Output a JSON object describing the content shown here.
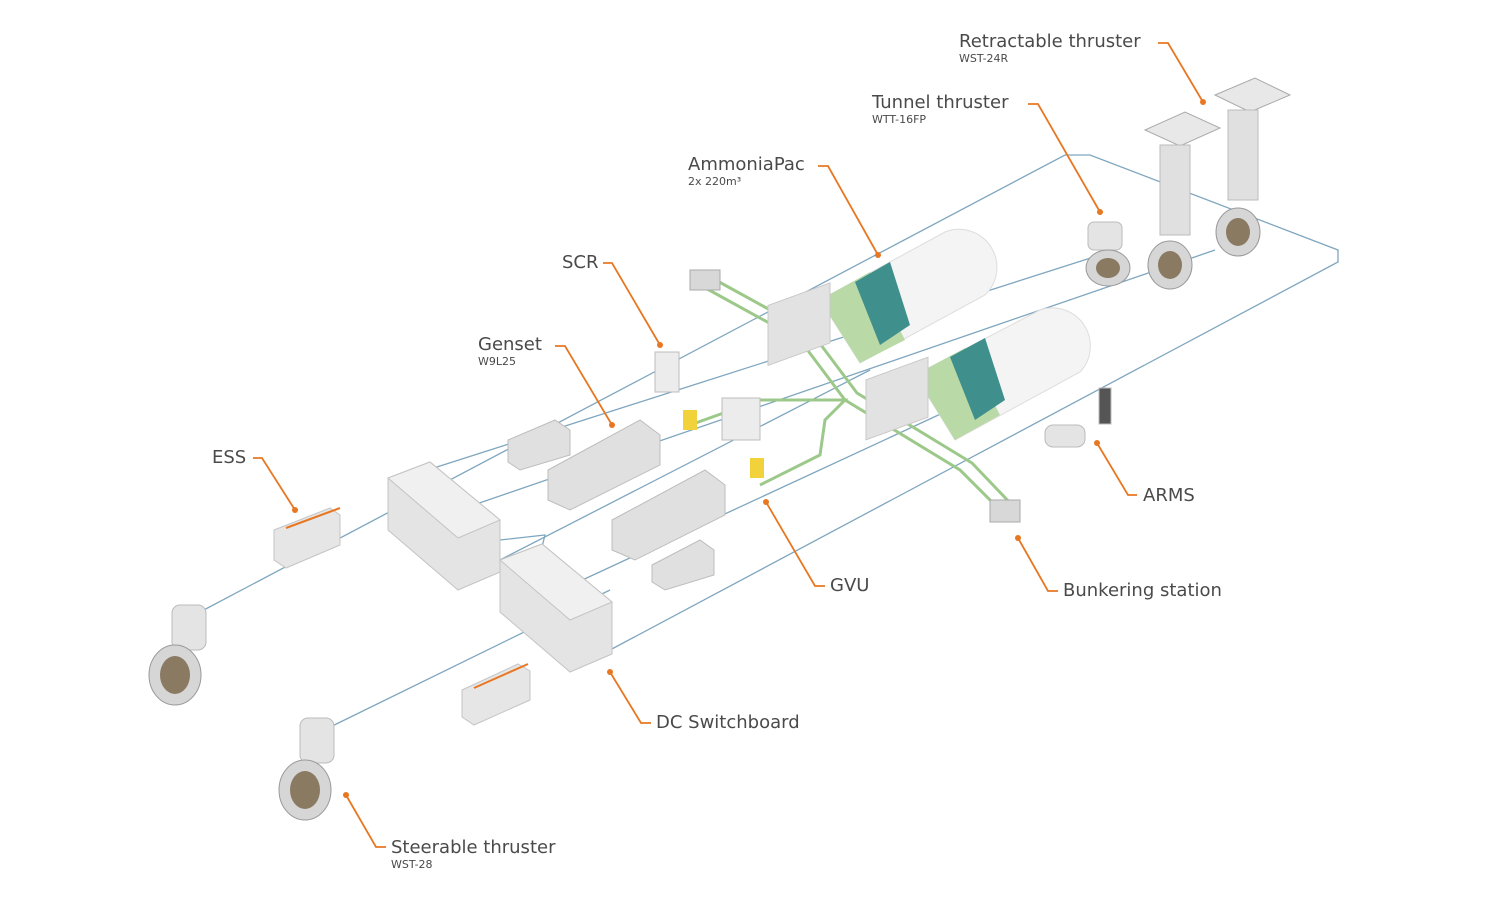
{
  "colors": {
    "leader": "#e87722",
    "cable": "#7fa6bf",
    "pipe": "#9cc98a",
    "equipment": "#e2e2e2",
    "tank_green": "#b9d9a6",
    "tank_teal": "#3f8f8c"
  },
  "labels": {
    "retractable": {
      "title": "Retractable thruster",
      "sub": "WST-24R"
    },
    "tunnel": {
      "title": "Tunnel thruster",
      "sub": "WTT-16FP"
    },
    "ammoniapac": {
      "title": "AmmoniaPac",
      "sub": "2x 220m³"
    },
    "scr": {
      "title": "SCR"
    },
    "genset": {
      "title": "Genset",
      "sub": "W9L25"
    },
    "ess": {
      "title": "ESS"
    },
    "gvu": {
      "title": "GVU"
    },
    "arms": {
      "title": "ARMS"
    },
    "bunkering": {
      "title": "Bunkering station"
    },
    "dc_switchboard": {
      "title": "DC Switchboard"
    },
    "steerable": {
      "title": "Steerable thruster",
      "sub": "WST-28"
    }
  }
}
